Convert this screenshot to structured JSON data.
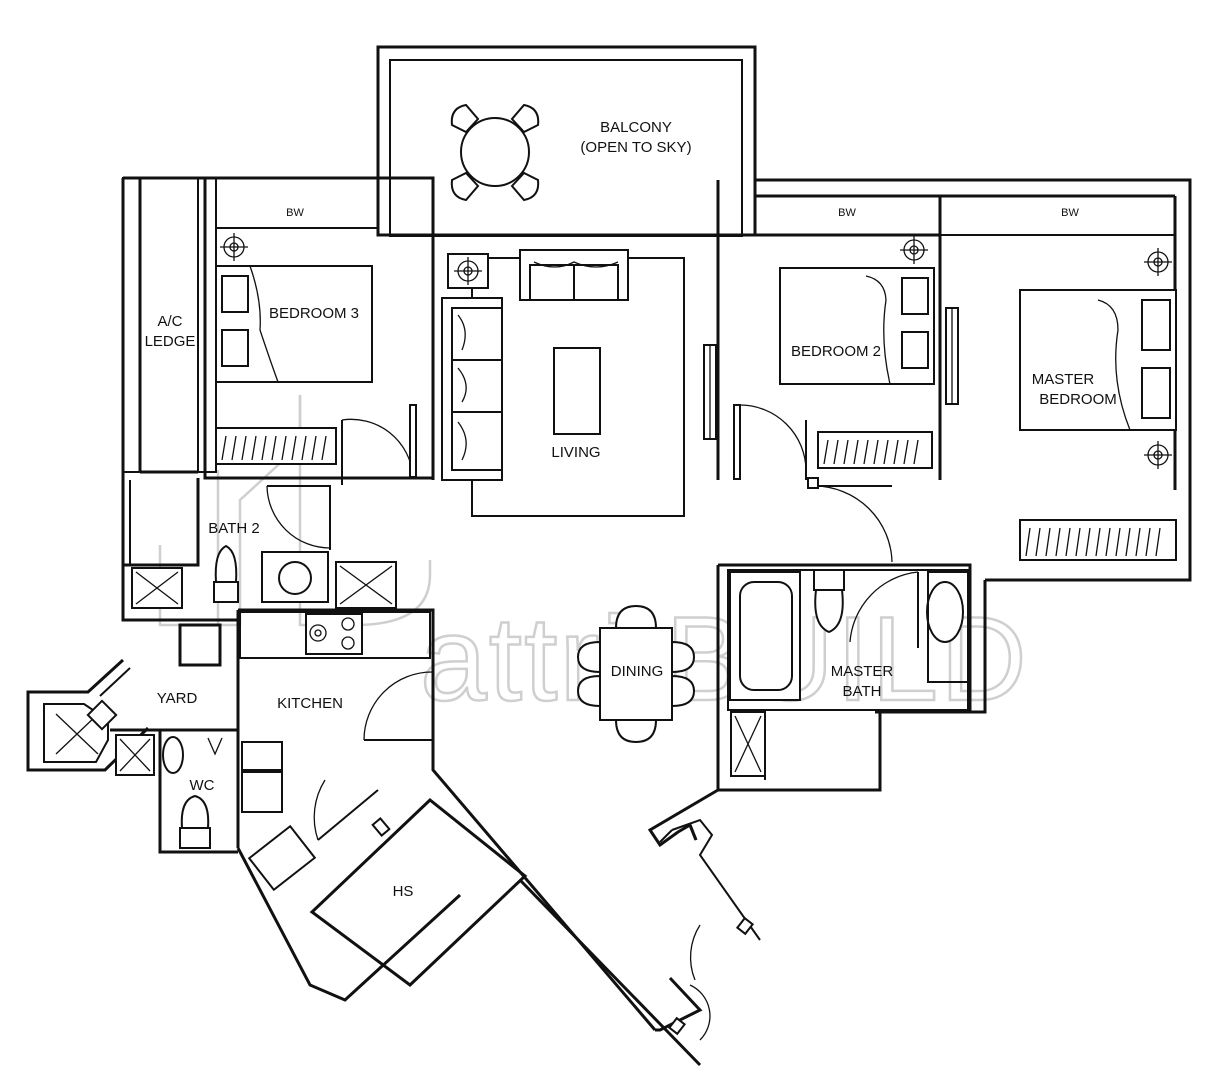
{
  "plan": {
    "rooms": {
      "balcony": [
        "BALCONY",
        "(OPEN TO SKY)"
      ],
      "bedroom3": "BEDROOM 3",
      "ac_ledge": [
        "A/C",
        "LEDGE"
      ],
      "living": "LIVING",
      "bedroom2": "BEDROOM 2",
      "master_bedroom": [
        "MASTER",
        "BEDROOM"
      ],
      "bath2": "BATH 2",
      "dining": "DINING",
      "master_bath": [
        "MASTER",
        "BATH"
      ],
      "yard": "YARD",
      "kitchen": "KITCHEN",
      "wc": "WC",
      "hs": "HS"
    },
    "bw_labels": [
      "BW",
      "BW",
      "BW"
    ]
  },
  "watermark": "attri.BUILD",
  "colors": {
    "lines": "#111111",
    "watermark": "#cfcfcf",
    "background": "#ffffff"
  }
}
